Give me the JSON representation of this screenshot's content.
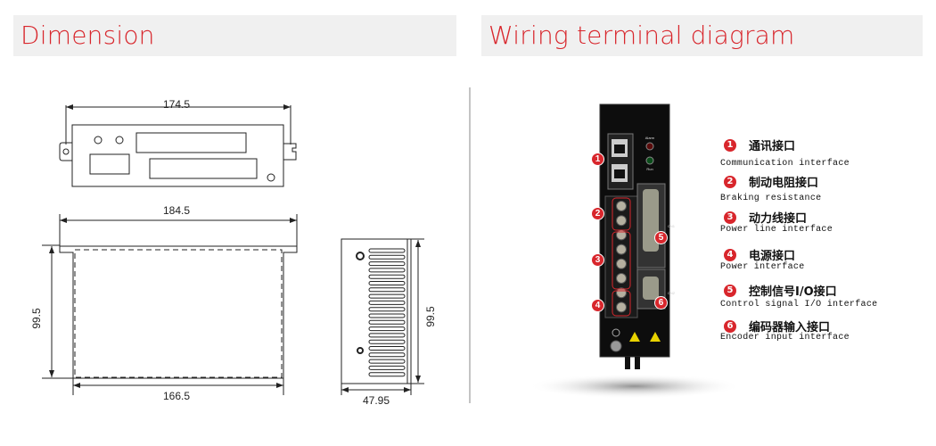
{
  "dimension": {
    "title": "Dimension",
    "top_width": "174.5",
    "side_width": "184.5",
    "body_width": "166.5",
    "height_front": "99.5",
    "height_end": "99.5",
    "depth": "47.95"
  },
  "wiring": {
    "title": "Wiring terminal diagram",
    "items": [
      {
        "n": "1",
        "cn": "通讯接口",
        "en": "Communication interface"
      },
      {
        "n": "2",
        "cn": "制动电阻接口",
        "en": "Braking resistance"
      },
      {
        "n": "3",
        "cn": "动力线接口",
        "en": "Power line interface"
      },
      {
        "n": "4",
        "cn": "电源接口",
        "en": "Power interface"
      },
      {
        "n": "5",
        "cn": "控制信号I/O接口",
        "en": "Control signal I/O interface"
      },
      {
        "n": "6",
        "cn": "编码器输入接口",
        "en": "Encoder input interface"
      }
    ],
    "device_labels": {
      "alarm": "Alarm",
      "run": "Run",
      "cn1": "CN1",
      "cn2": "CN2"
    }
  },
  "colors": {
    "accent": "#d8262c",
    "header_bg": "#f0f0f0"
  }
}
